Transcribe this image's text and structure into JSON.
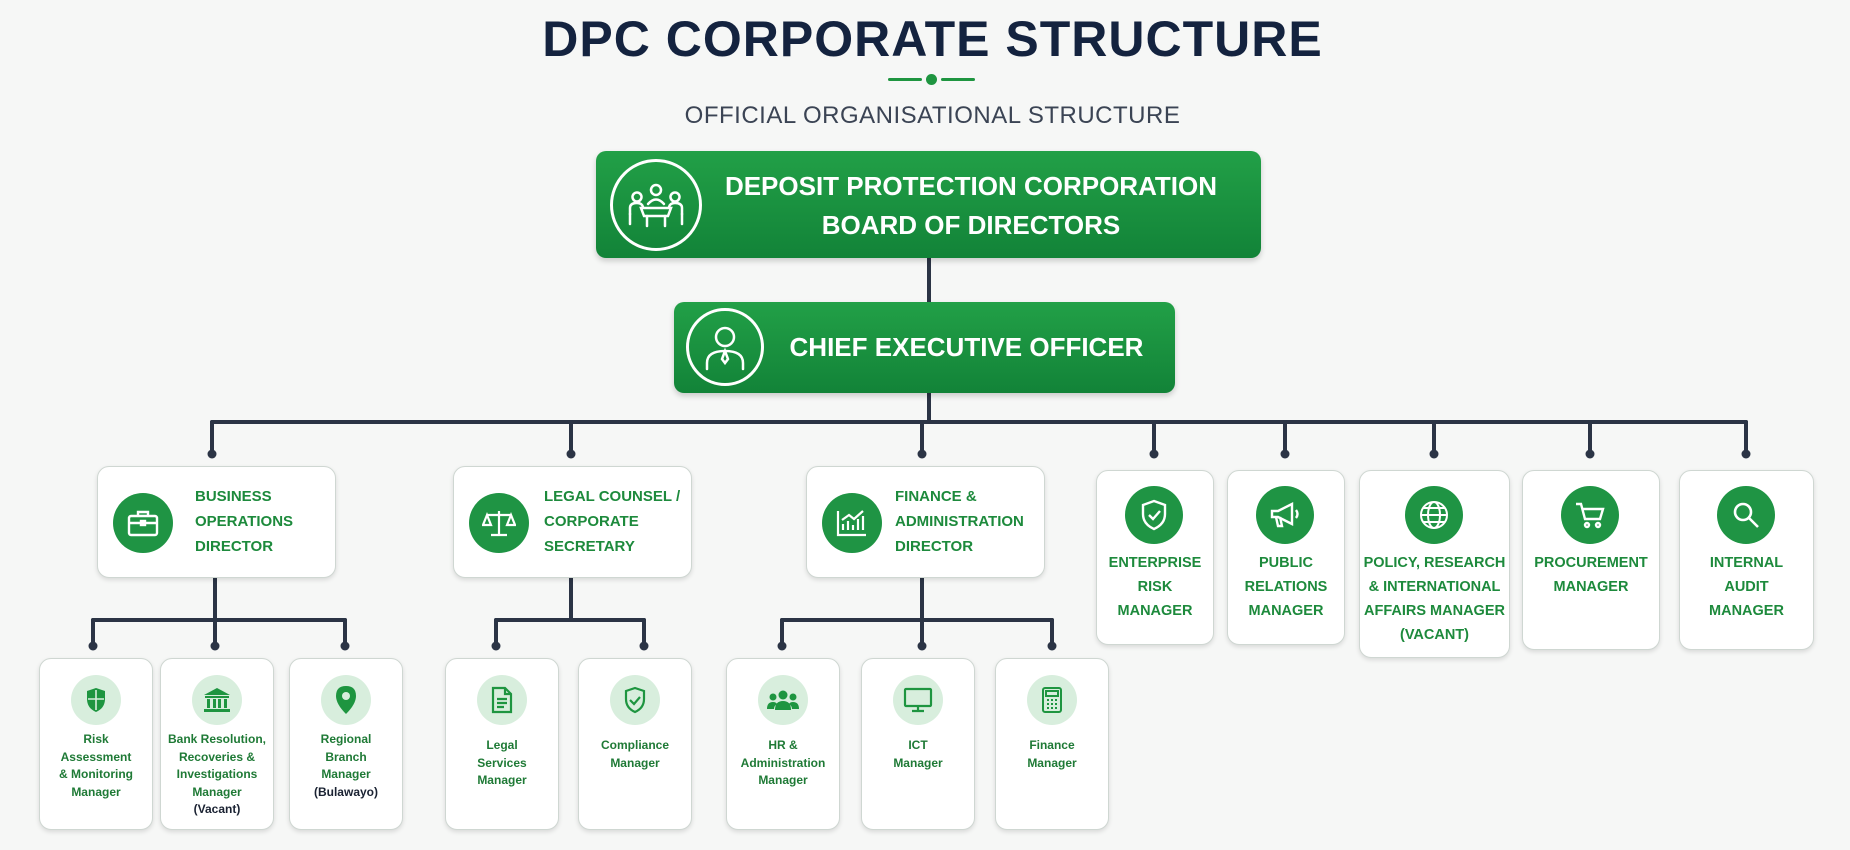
{
  "header": {
    "title": "DPC CORPORATE STRUCTURE",
    "subtitle": "OFFICIAL ORGANISATIONAL STRUCTURE"
  },
  "board": {
    "line1": "DEPOSIT PROTECTION CORPORATION",
    "line2": "BOARD OF DIRECTORS",
    "icon": "boardroom-icon"
  },
  "ceo": {
    "label": "CHIEF EXECUTIVE OFFICER",
    "icon": "person-icon"
  },
  "directors": [
    {
      "lines": [
        "BUSINESS",
        "OPERATIONS",
        "DIRECTOR"
      ],
      "icon": "briefcase-icon"
    },
    {
      "lines": [
        "LEGAL COUNSEL /",
        "CORPORATE",
        "SECRETARY"
      ],
      "icon": "scales-icon"
    },
    {
      "lines": [
        "FINANCE &",
        "ADMINISTRATION",
        "DIRECTOR"
      ],
      "icon": "growth-chart-icon"
    }
  ],
  "direct_reports": [
    {
      "lines": [
        "ENTERPRISE",
        "RISK",
        "MANAGER"
      ],
      "icon": "shield-check-icon"
    },
    {
      "lines": [
        "PUBLIC",
        "RELATIONS",
        "MANAGER"
      ],
      "icon": "megaphone-icon"
    },
    {
      "lines": [
        "POLICY, RESEARCH",
        "& INTERNATIONAL",
        "AFFAIRS MANAGER",
        "(VACANT)"
      ],
      "icon": "globe-icon"
    },
    {
      "lines": [
        "PROCUREMENT",
        "MANAGER"
      ],
      "icon": "cart-icon"
    },
    {
      "lines": [
        "INTERNAL",
        "AUDIT",
        "MANAGER"
      ],
      "icon": "magnifier-icon"
    }
  ],
  "managers": [
    {
      "lines": [
        "Risk",
        "Assessment",
        "& Monitoring",
        "Manager"
      ],
      "icon": "shield-icon"
    },
    {
      "lines": [
        "Bank Resolution,",
        "Recoveries &",
        "Investigations",
        "Manager",
        "(Vacant)"
      ],
      "icon": "bank-icon"
    },
    {
      "lines": [
        "Regional",
        "Branch",
        "Manager",
        "(Bulawayo)"
      ],
      "icon": "location-pin-icon"
    },
    {
      "lines": [
        "Legal",
        "Services",
        "Manager"
      ],
      "icon": "document-icon"
    },
    {
      "lines": [
        "Compliance",
        "Manager"
      ],
      "icon": "shield-check-icon"
    },
    {
      "lines": [
        "HR &",
        "Administration",
        "Manager"
      ],
      "icon": "team-icon"
    },
    {
      "lines": [
        "ICT",
        "Manager"
      ],
      "icon": "computer-icon"
    },
    {
      "lines": [
        "Finance",
        "Manager"
      ],
      "icon": "calculator-icon"
    }
  ],
  "colors": {
    "primary_green": "#1e9540",
    "navy": "#14233f",
    "connector": "#2b3445",
    "light_green": "#d8eedd"
  }
}
